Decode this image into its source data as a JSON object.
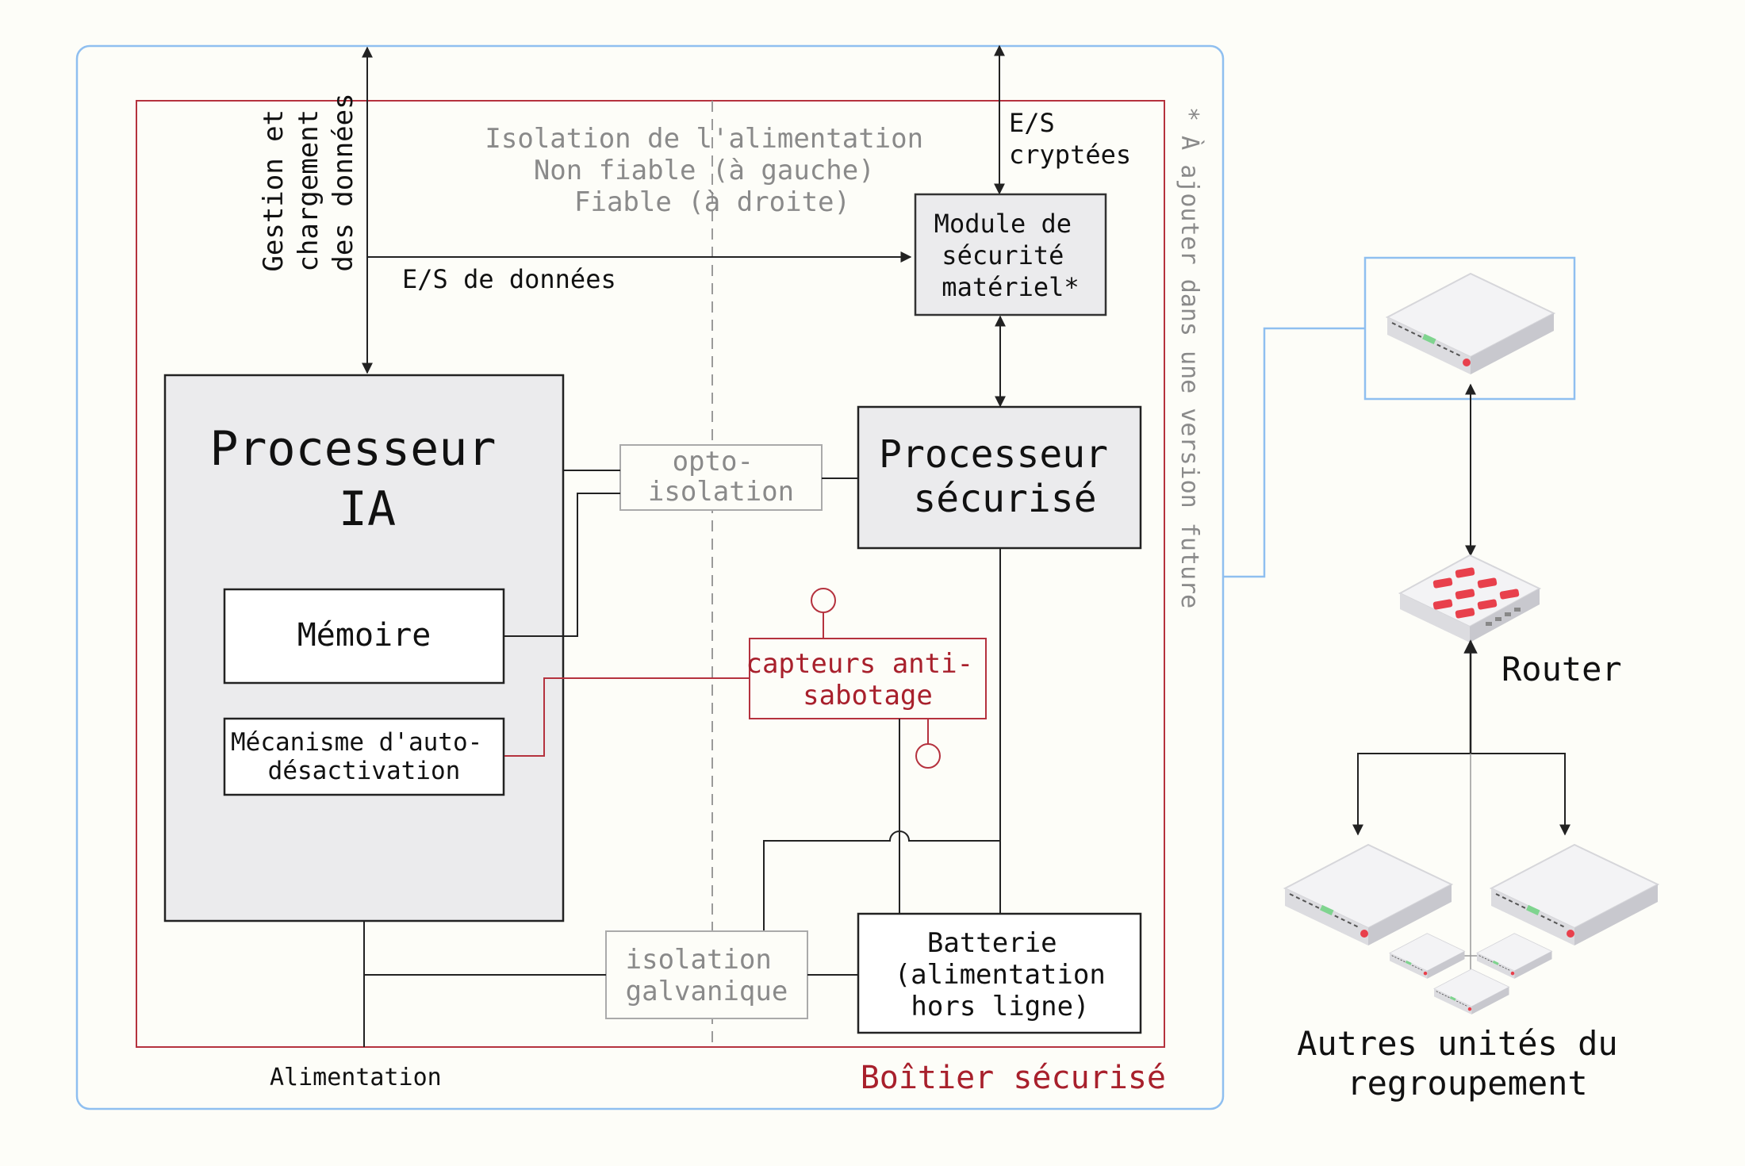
{
  "isolation_note": {
    "line1": "Isolation de l'alimentation",
    "line2": "Non fiable (à gauche)",
    "line3": "Fiable (à droite)"
  },
  "management_label": {
    "line1": "Gestion et",
    "line2": "chargement",
    "line3": "des données"
  },
  "data_io_label": "E/S de données",
  "encrypted_io_label": {
    "line1": "E/S",
    "line2": "cryptées"
  },
  "hsm_box": {
    "line1": "Module de",
    "line2": "sécurité",
    "line3": "matériel*"
  },
  "future_note": "* À ajouter dans une version future",
  "ai_processor": {
    "line1": "Processeur",
    "line2": "IA"
  },
  "memory_label": "Mémoire",
  "self_disable": {
    "line1": "Mécanisme d'auto-",
    "line2": "désactivation"
  },
  "opto_isolation": {
    "line1": "opto-",
    "line2": "isolation"
  },
  "secure_processor": {
    "line1": "Processeur",
    "line2": "sécurisé"
  },
  "tamper_sensors": {
    "line1": "capteurs anti-",
    "line2": "sabotage"
  },
  "galvanic_isolation": {
    "line1": "isolation",
    "line2": "galvanique"
  },
  "battery": {
    "line1": "Batterie",
    "line2": "(alimentation",
    "line3": "hors ligne)"
  },
  "power_label": "Alimentation",
  "secure_enclosure_label": "Boîtier sécurisé",
  "router_label": "Router",
  "other_units": {
    "line1": "Autres unités du",
    "line2": "regroupement"
  },
  "colors": {
    "enclosure_red": "#b5323e",
    "outer_blue": "#8fbff0",
    "box_gray": "#ebebed",
    "muted_text": "#8a8a8a",
    "red_text": "#a8202c",
    "device_accent_red": "#e8404c",
    "device_led_green": "#7fd48f"
  },
  "icons": {
    "server": "server-device-icon",
    "router": "router-device-icon"
  }
}
